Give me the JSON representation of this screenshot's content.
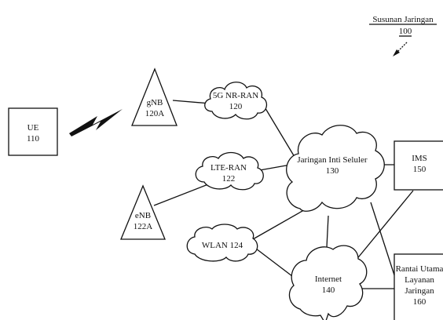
{
  "title": {
    "line1": "Susunan Jaringan",
    "line2": "100"
  },
  "nodes": {
    "ue": {
      "line1": "UE",
      "line2": "110"
    },
    "gnb": {
      "line1": "gNB",
      "line2": "120A"
    },
    "nr_ran": {
      "line1": "5G NR-RAN",
      "line2": "120"
    },
    "lte_ran": {
      "line1": "LTE-RAN",
      "line2": "122"
    },
    "enb": {
      "line1": "eNB",
      "line2": "122A"
    },
    "wlan": {
      "line1": "WLAN 124"
    },
    "core": {
      "line1": "Jaringan Inti Seluler",
      "line2": "130"
    },
    "ims": {
      "line1": "IMS",
      "line2": "150"
    },
    "internet": {
      "line1": "Internet",
      "line2": "140"
    },
    "backbone": {
      "line1": "Rantai Utama",
      "line2": "Layanan",
      "line3": "Jaringan",
      "line4": "160"
    }
  }
}
